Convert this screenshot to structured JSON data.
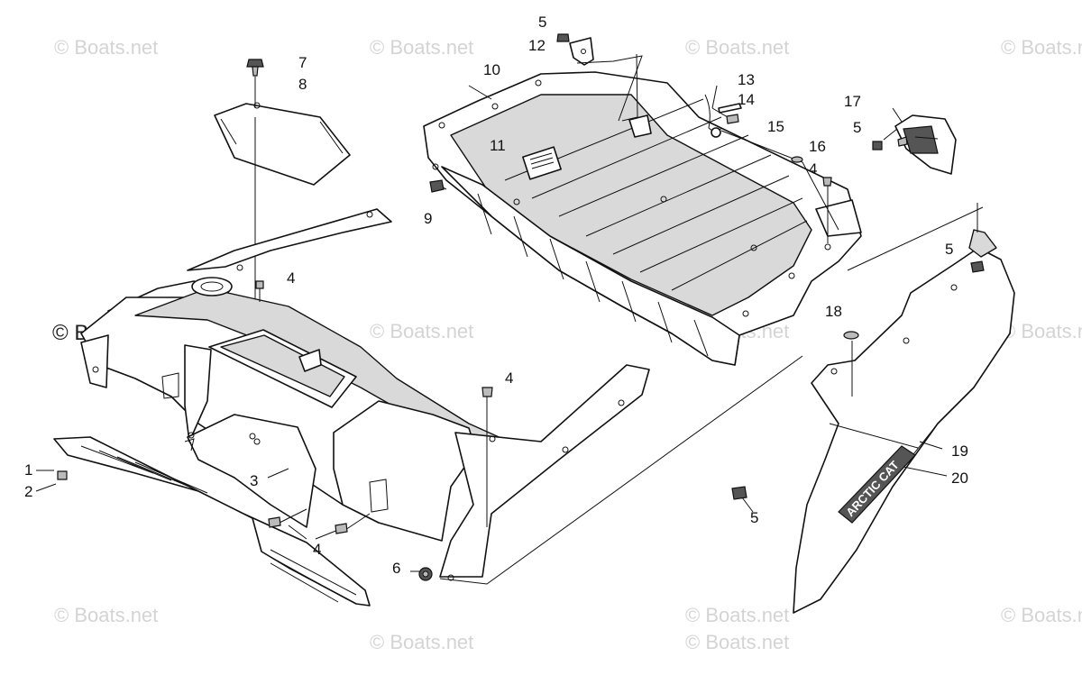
{
  "watermarks": [
    "© Boats.net",
    "© Boats.net",
    "© Boats.net",
    "© Boats.net",
    "© Boats.net",
    "© Boats.net",
    "© Boats.net",
    "© Boats.net",
    "© Boats.net",
    "© Boats.net",
    "© Boats.net",
    "© Boats.net"
  ],
  "watermark_strong": "© Boats.net",
  "decal_text": "ARCTIC CAT",
  "callouts": {
    "c1": "1",
    "c2": "2",
    "c3": "3",
    "c4a": "4",
    "c4b": "4",
    "c4c": "4",
    "c4d": "4",
    "c5a": "5",
    "c5b": "5",
    "c5c": "5",
    "c5d": "5",
    "c6": "6",
    "c7": "7",
    "c8": "8",
    "c9": "9",
    "c10": "10",
    "c11": "11",
    "c12": "12",
    "c13": "13",
    "c14": "14",
    "c15": "15",
    "c16": "16",
    "c17": "17",
    "c18": "18",
    "c19": "19",
    "c20": "20"
  }
}
